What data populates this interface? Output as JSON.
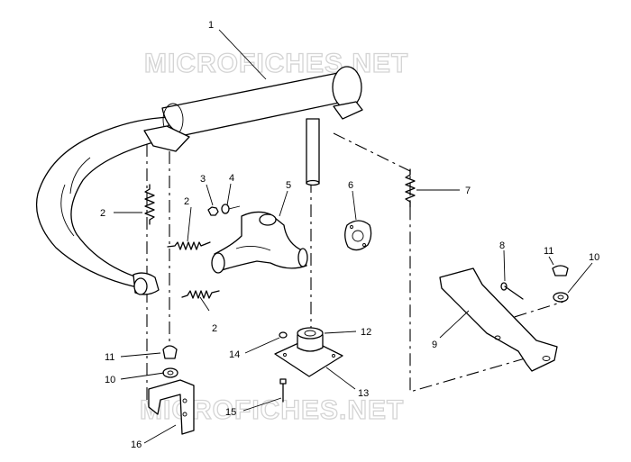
{
  "watermarks": [
    "MICROFICHES.NET",
    "MICROFICHES.NET"
  ],
  "callouts": [
    "1",
    "2",
    "2",
    "2",
    "3",
    "4",
    "5",
    "6",
    "7",
    "8",
    "9",
    "10",
    "10",
    "11",
    "11",
    "12",
    "13",
    "14",
    "15",
    "16"
  ]
}
